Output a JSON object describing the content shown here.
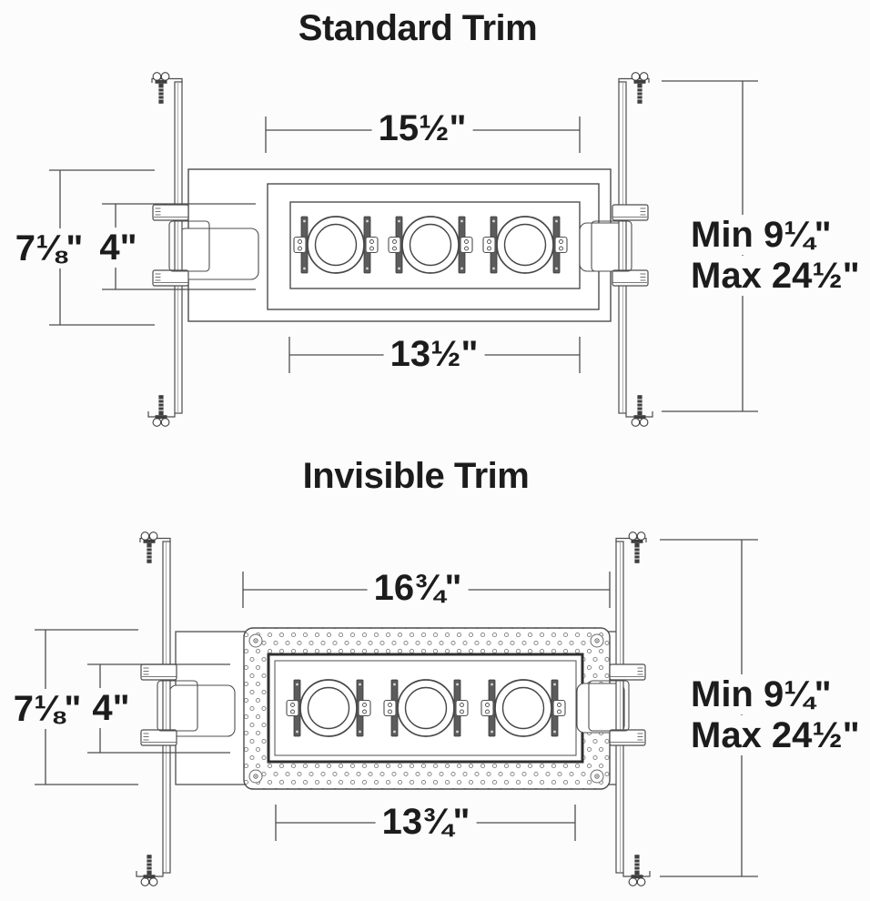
{
  "page": {
    "background": "#fcfcfc",
    "line_color": "#4d4d4d",
    "text_color": "#1c1c1c"
  },
  "diagrams": [
    {
      "title": "Standard Trim",
      "modules": 3,
      "dims": {
        "top_width": "15½\"",
        "bottom_width": "13½\"",
        "housing_height": "7⅛\"",
        "aperture_height": "4\"",
        "ceiling_min": "Min 9¼\"",
        "ceiling_max": "Max 24½\""
      }
    },
    {
      "title": "Invisible Trim",
      "modules": 3,
      "dims": {
        "top_width": "16¾\"",
        "bottom_width": "13¾\"",
        "housing_height": "7⅛\"",
        "aperture_height": "4\"",
        "ceiling_min": "Min 9¼\"",
        "ceiling_max": "Max 24½\""
      }
    }
  ]
}
